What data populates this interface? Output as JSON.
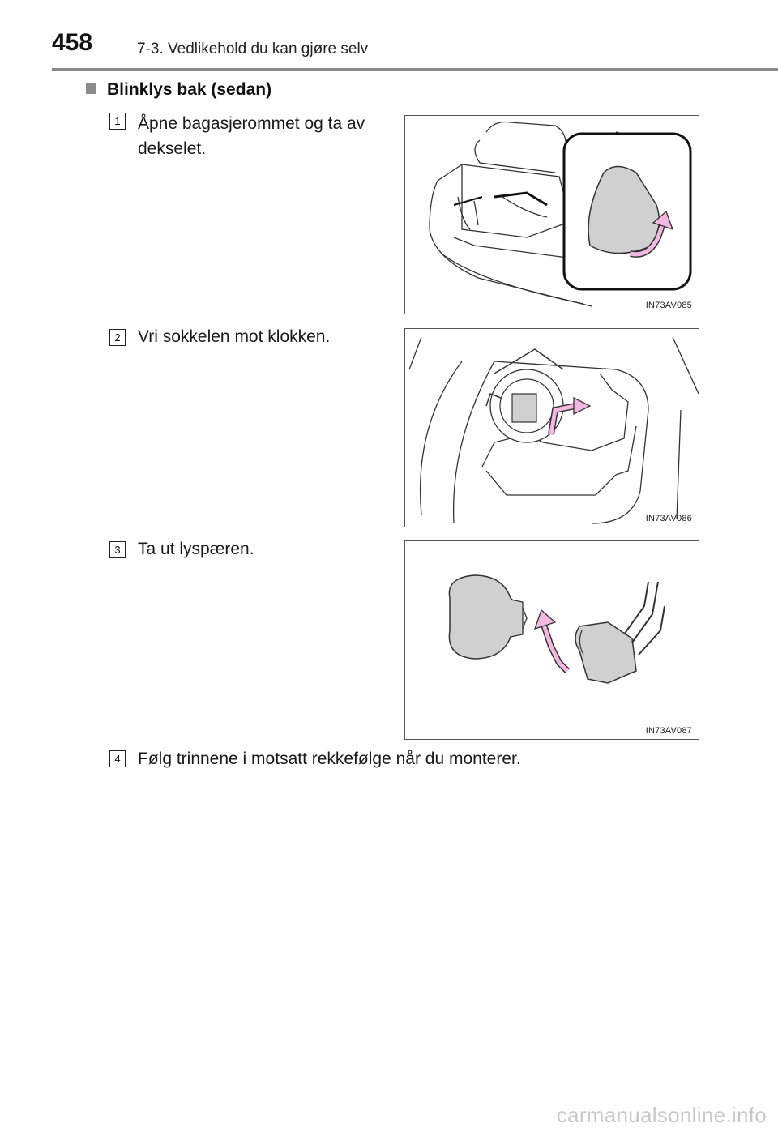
{
  "header": {
    "page_number": "458",
    "chapter_title": "7-3. Vedlikehold du kan gjøre selv"
  },
  "section": {
    "heading": "Blinklys bak (sedan)"
  },
  "steps": [
    {
      "number": "1",
      "text": "Åpne bagasjerommet og ta av dekselet.",
      "figure_code": "IN73AV085"
    },
    {
      "number": "2",
      "text": "Vri sokkelen mot klokken.",
      "figure_code": "IN73AV086"
    },
    {
      "number": "3",
      "text": "Ta ut lyspæren.",
      "figure_code": "IN73AV087"
    },
    {
      "number": "4",
      "text": "Følg trinnene i motsatt rekkefølge når du monterer."
    }
  ],
  "footer": {
    "watermark": "carmanualsonline.info"
  },
  "colors": {
    "arrow": "#f2b8e0",
    "part_gray": "#d0d0d0",
    "rule": "#8a8a8a"
  }
}
